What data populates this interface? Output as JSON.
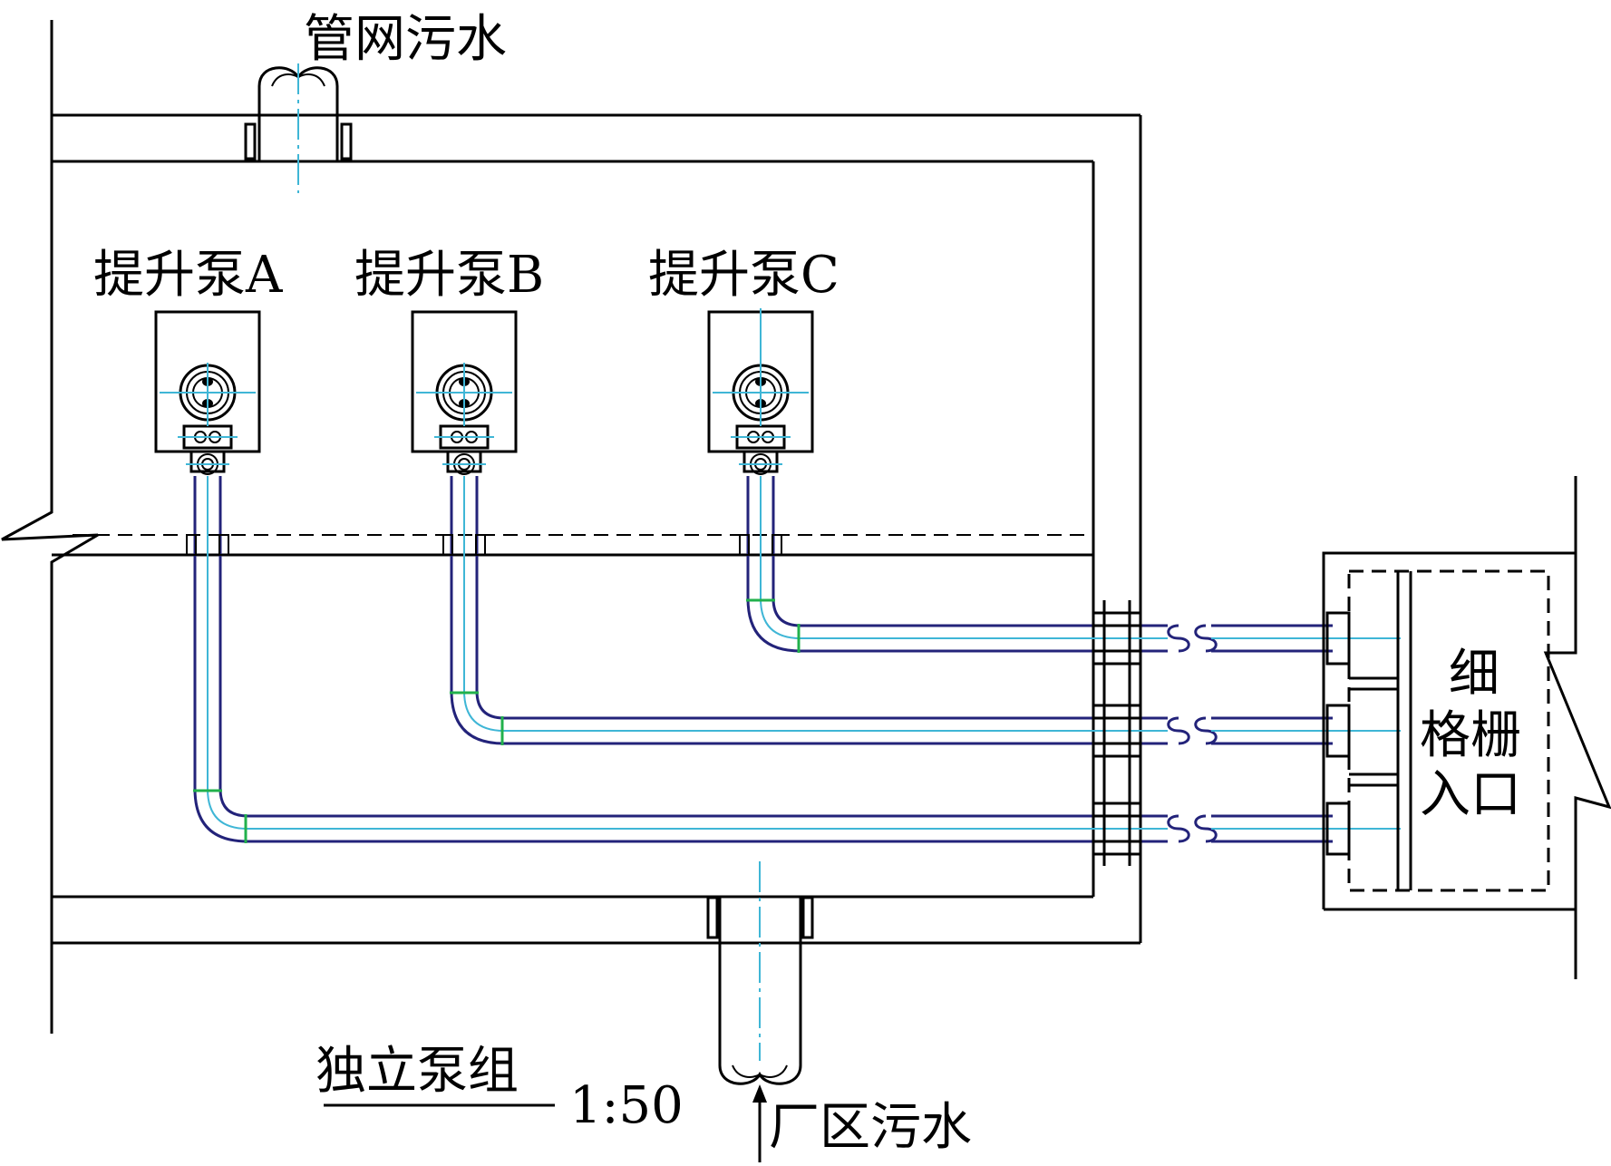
{
  "labels": {
    "top_pipe": "管网污水",
    "pump_a": "提升泵A",
    "pump_b": "提升泵B",
    "pump_c": "提升泵C",
    "screen_line1": "细",
    "screen_line2": "格栅",
    "screen_line3": "入口",
    "title": "独立泵组",
    "scale": "1:50",
    "inlet": "厂区污水"
  },
  "colors": {
    "line": "#000000",
    "pipe": "#23237a",
    "centerline": "#3fb6d6",
    "joint": "#22b14c"
  }
}
